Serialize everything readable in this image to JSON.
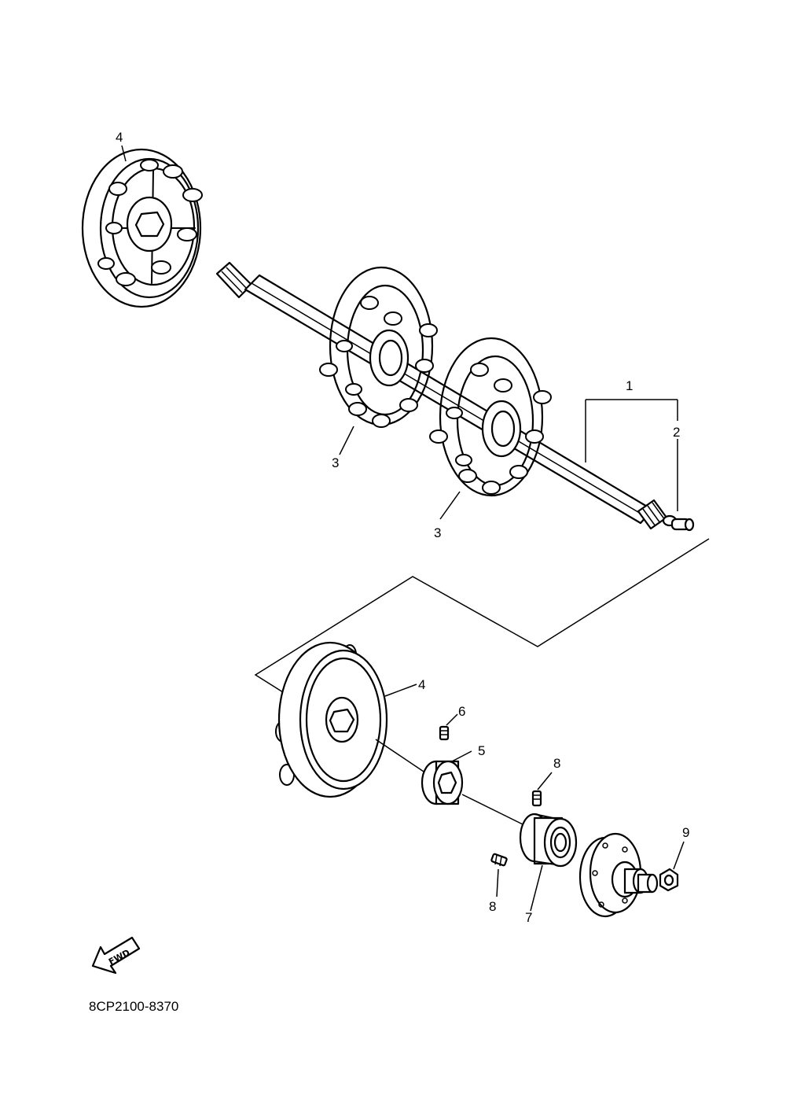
{
  "callouts": {
    "c1": "1",
    "c2": "2",
    "c3a": "3",
    "c3b": "3",
    "c4a": "4",
    "c4b": "4",
    "c5": "5",
    "c6": "6",
    "c7": "7",
    "c8a": "8",
    "c8b": "8",
    "c9": "9"
  },
  "fwd_label": "FWD",
  "diagram_code": "8CP2100-8370"
}
